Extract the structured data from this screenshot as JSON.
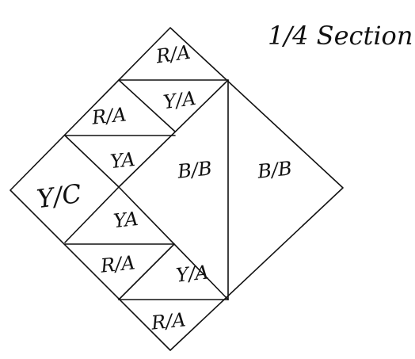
{
  "title": "1/4 Section",
  "pieces": {
    "top_ra": "R/A",
    "top_ya": "Y/A",
    "upper_ra": "R/A",
    "upper_ya": "YA",
    "center_bb": "B/B",
    "right_bb": "B/B",
    "left_yc": "Y/C",
    "lower_ya": "YA",
    "lower_ra": "R/A",
    "bottom_ya": "Y/A",
    "bottom_ra": "R/A"
  }
}
